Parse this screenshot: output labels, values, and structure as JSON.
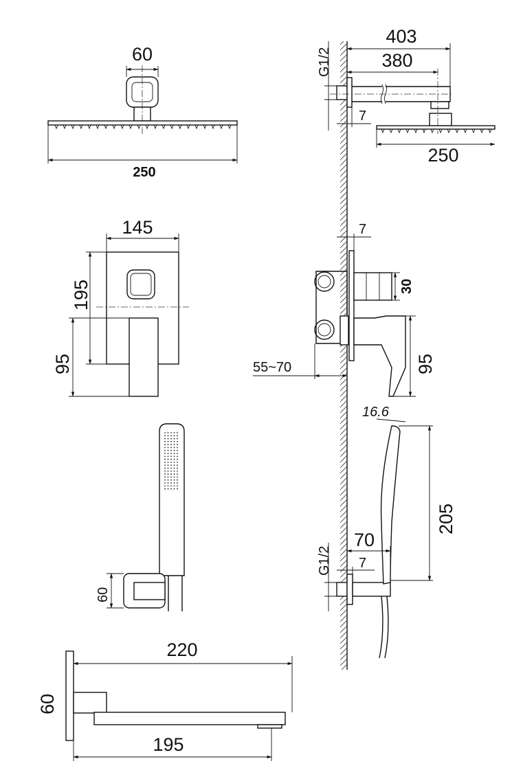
{
  "top_shower_front": {
    "arm_width": "60",
    "head_width": "250"
  },
  "top_shower_side": {
    "arm_length_total": "403",
    "arm_length_center": "380",
    "thread": "G1/2",
    "flange": "7",
    "head_width": "250"
  },
  "mixer_front": {
    "width": "145",
    "height": "195",
    "handle_drop": "95"
  },
  "mixer_side": {
    "flange": "7",
    "button": "30",
    "handle": "95",
    "depth": "55~70"
  },
  "hand_shower_front": {
    "bracket": "60"
  },
  "hand_shower_side": {
    "thickness": "16.6",
    "length": "205",
    "projection": "70",
    "flange": "7",
    "thread": "G1/2"
  },
  "spout": {
    "length_total": "220",
    "height": "60",
    "length_outlet": "195"
  }
}
